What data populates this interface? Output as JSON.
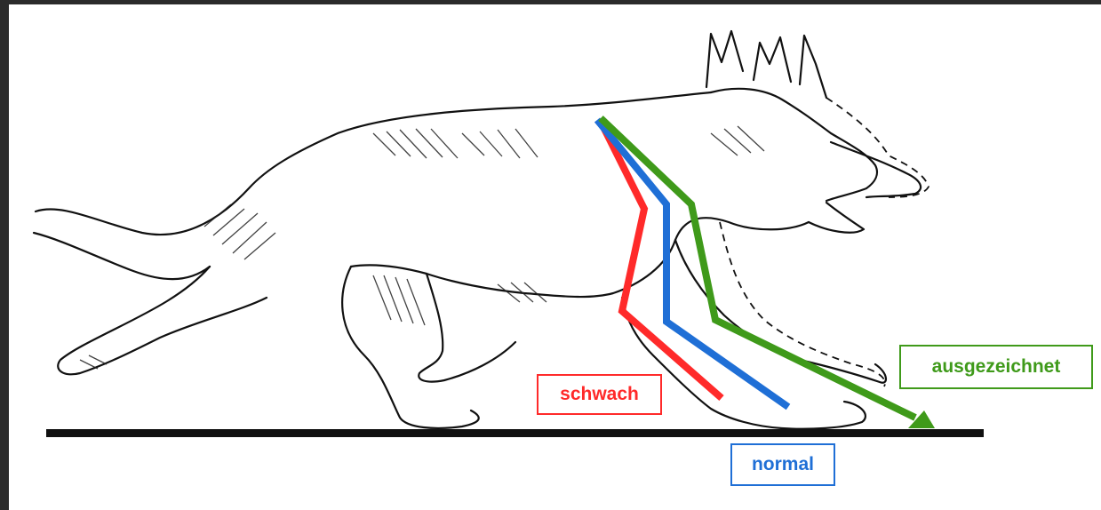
{
  "labels": {
    "weak": "schwach",
    "normal": "normal",
    "excellent": "ausgezeichnet"
  },
  "colors": {
    "weak": "#ff2a2a",
    "normal": "#1f6fd6",
    "excellent": "#3f9a1a",
    "ink": "#111111",
    "background": "#2b2b2b"
  }
}
